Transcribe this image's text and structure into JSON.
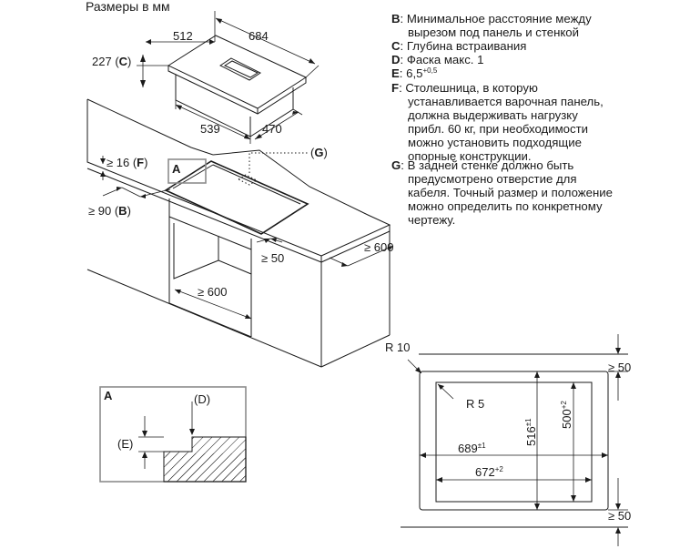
{
  "header": {
    "units_label": "Размеры в мм"
  },
  "hob_dims": {
    "width": "684",
    "depth": "512",
    "height_value": "227",
    "height_key": "C",
    "cutout_width": "539",
    "cutout_depth": "470"
  },
  "install": {
    "frame_key": "A",
    "cable_key": "G",
    "thickness_value": "≥ 16",
    "thickness_key": "F",
    "min_distance_value": "≥ 90",
    "min_distance_key": "B",
    "front_gap": "≥ 50",
    "side_depth": "≥ 600",
    "inner_width": "≥ 600"
  },
  "detail": {
    "label": "A",
    "bevel_key": "(D)",
    "depth_key": "(E)"
  },
  "cutout": {
    "outer_radius": "R 10",
    "inner_radius": "R 5",
    "gap_top": "≥ 50",
    "gap_bottom": "≥ 50",
    "depth_outer": "516",
    "depth_outer_tol": "±1",
    "depth_inner": "500",
    "depth_inner_tol": "+2",
    "width_outer": "689",
    "width_outer_tol": "±1",
    "width_inner": "672",
    "width_inner_tol": "+2"
  },
  "legend": [
    {
      "key": "B",
      "lines": [
        ": Минимальное расстояние между",
        "вырезом под панель и стенкой"
      ]
    },
    {
      "key": "C",
      "lines": [
        ": Глубина встраивания"
      ]
    },
    {
      "key": "D",
      "lines": [
        ": Фаска макс. 1"
      ]
    },
    {
      "key": "E",
      "lines": [
        ": 6,5"
      ],
      "sup": "+0,5"
    },
    {
      "key": "F",
      "lines": [
        ": Столешница, в которую",
        "устанавливается варочная панель,",
        "должна выдерживать нагрузку",
        "прибл. 60 кг, при необходимости",
        "можно установить подходящие",
        "опорные конструкции."
      ]
    },
    {
      "key": "G",
      "lines": [
        ": В задней стенке должно быть",
        "предусмотрено отверстие для",
        "кабеля. Точный размер и положение",
        "можно определить по конкретному",
        "чертежу."
      ]
    }
  ]
}
